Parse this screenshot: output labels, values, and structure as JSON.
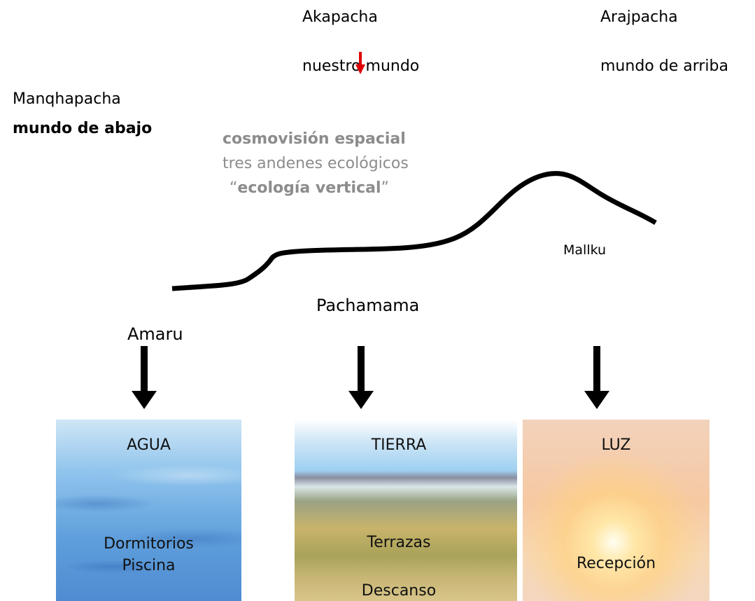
{
  "top": {
    "akapacha": "Akapacha",
    "nuestro_mundo": "nuestro  mundo",
    "arajpacha": "Arajpacha",
    "mundo_de_arriba": "mundo de arriba",
    "manqhapacha": "Manqhapacha",
    "mundo_de_abajo": "mundo de abajo"
  },
  "concept": {
    "line1": "cosmovisión espacial",
    "line2": "tres andenes ecológicos",
    "line3_open": "“",
    "line3_bold": "ecología vertical",
    "line3_close": "”"
  },
  "labels": {
    "mallku": "Mallku",
    "pachamama": "Pachamama",
    "amaru": "Amaru"
  },
  "panels": [
    {
      "title": "AGUA",
      "line1": "Dormitorios",
      "line2": "Piscina"
    },
    {
      "title": "TIERRA",
      "line1": "Terrazas",
      "line2": "Descanso"
    },
    {
      "title": "LUZ",
      "line1": "Recepción"
    }
  ],
  "colors": {
    "red_arrow": "#e00000",
    "gray_text": "#8c8c8c",
    "line": "#000000"
  }
}
